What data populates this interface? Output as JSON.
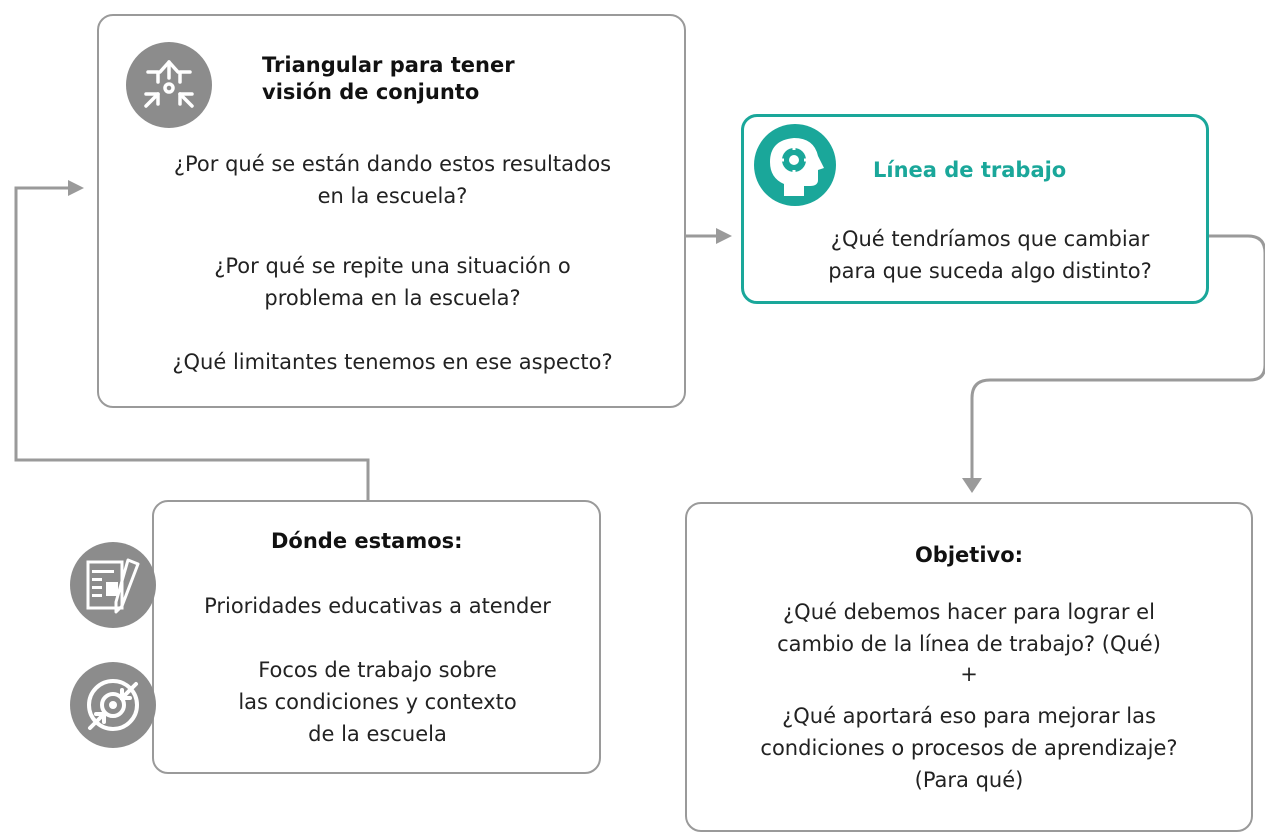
{
  "colors": {
    "teal": "#1aa79a",
    "gray": "#9a9a9a",
    "icon_bg": "#8c8c8c"
  },
  "triangular": {
    "icon": "triangulate-arrows-icon",
    "title": "Triangular para tener\nvisión de conjunto",
    "q1": "¿Por qué se están dando estos resultados\nen la escuela?",
    "q2": "¿Por qué se repite una situación o\nproblema en la escuela?",
    "q3": "¿Qué limitantes tenemos en ese aspecto?"
  },
  "linea": {
    "icon": "head-gear-icon",
    "title": "Línea de trabajo",
    "question": "¿Qué tendríamos que cambiar\npara que suceda algo distinto?"
  },
  "donde": {
    "icon_1": "document-pencil-icon",
    "icon_2": "target-arrows-icon",
    "title": "Dónde estamos:",
    "item1": "Prioridades educativas a atender",
    "item2": "Focos de trabajo sobre\nlas condiciones y contexto\nde la escuela"
  },
  "objetivo": {
    "title": "Objetivo:",
    "q1": "¿Qué debemos hacer para lograr el\ncambio de la línea de trabajo? (Qué)",
    "plus": "+",
    "q2": "¿Qué aportará eso para mejorar las\ncondiciones o procesos de aprendizaje?\n(Para qué)"
  }
}
